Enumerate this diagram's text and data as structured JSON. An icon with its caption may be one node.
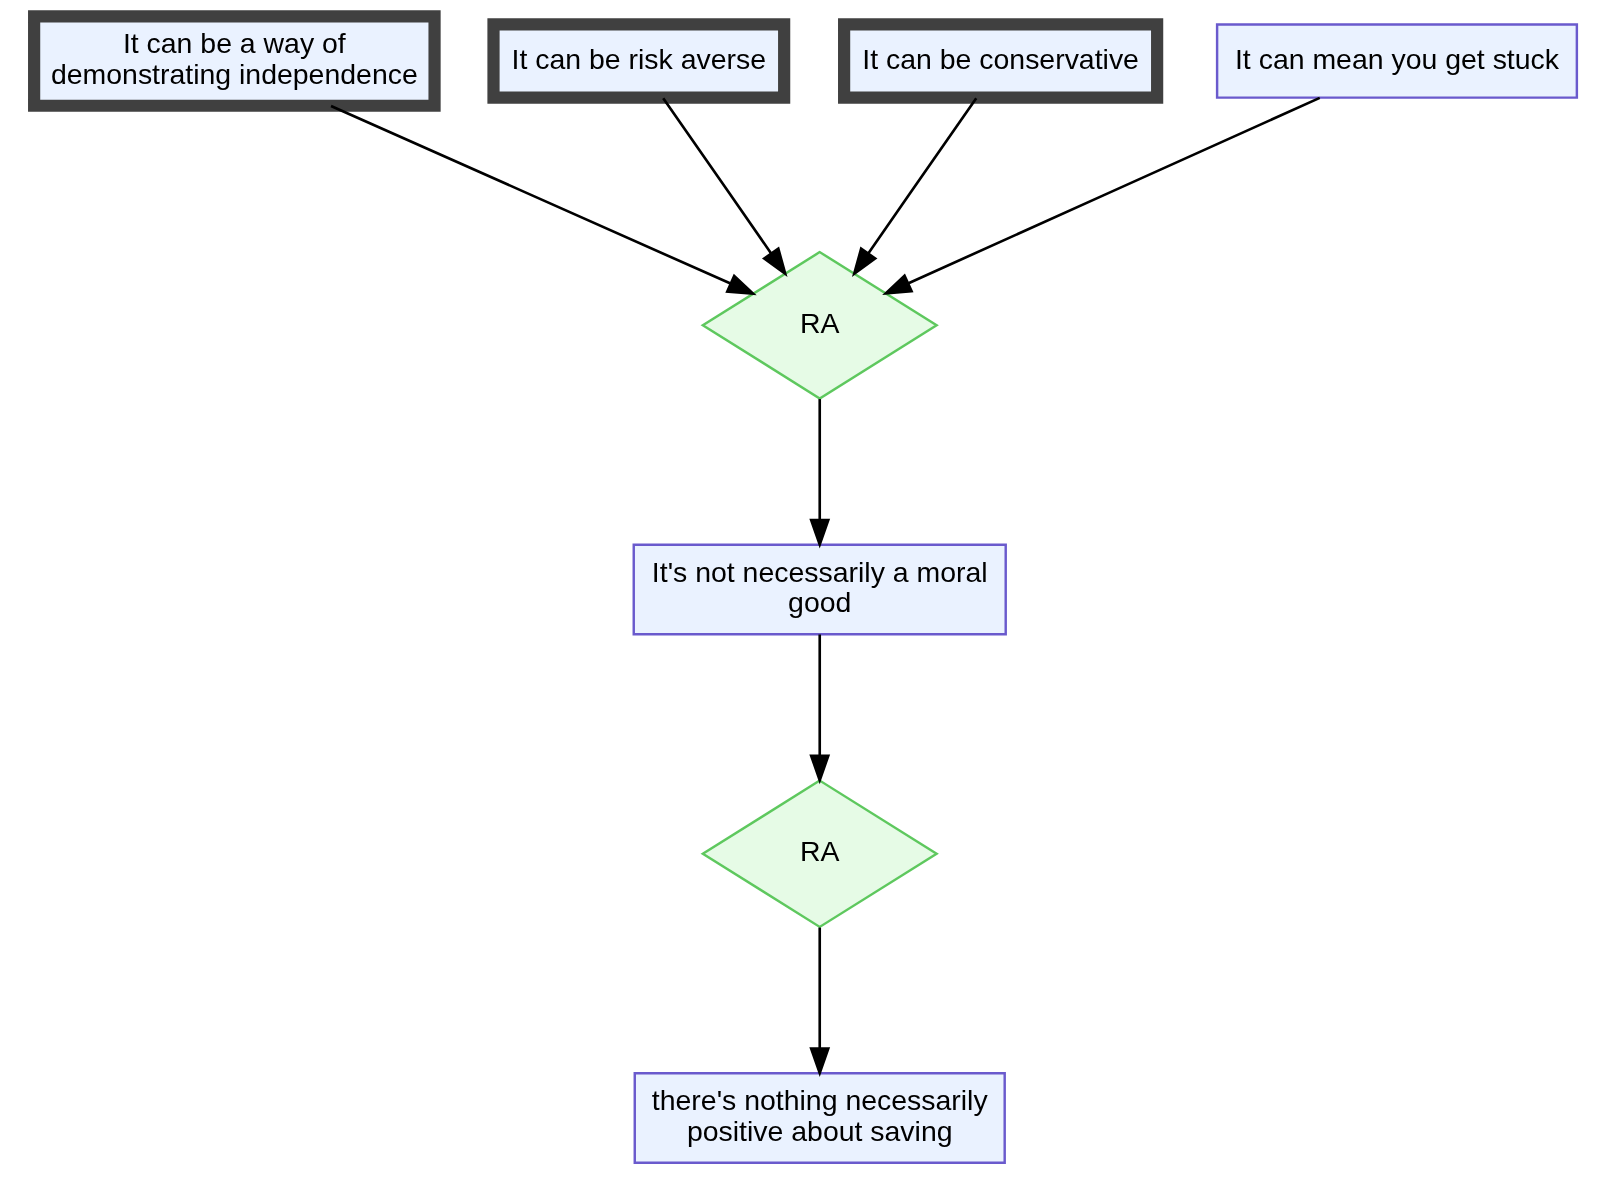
{
  "diagram": {
    "nodes": [
      {
        "text": [
          "It can be a way of demonstrating independence"
        ]
      },
      {
        "text": [
          "It can be risk averse"
        ]
      },
      {
        "text": [
          "It can be conservative"
        ]
      },
      {
        "text": [
          "It can mean you get stuck"
        ]
      },
      {
        "text": [
          "RA"
        ]
      },
      {
        "text": [
          "It's not necessarily a moral good"
        ]
      },
      {
        "text": [
          "RA"
        ]
      },
      {
        "text": [
          "there's nothing necessarily positive about saving"
        ]
      }
    ],
    "edges": [
      {
        "from": 0,
        "to": 4,
        "arrow": "to"
      },
      {
        "from": 1,
        "to": 4,
        "arrow": "to"
      },
      {
        "from": 2,
        "to": 4,
        "arrow": "to"
      },
      {
        "from": 3,
        "to": 4,
        "arrow": "to"
      },
      {
        "from": 4,
        "to": 5,
        "arrow": "to"
      },
      {
        "from": 5,
        "to": 6,
        "arrow": "to"
      },
      {
        "from": 6,
        "to": 7,
        "arrow": "to"
      }
    ]
  }
}
